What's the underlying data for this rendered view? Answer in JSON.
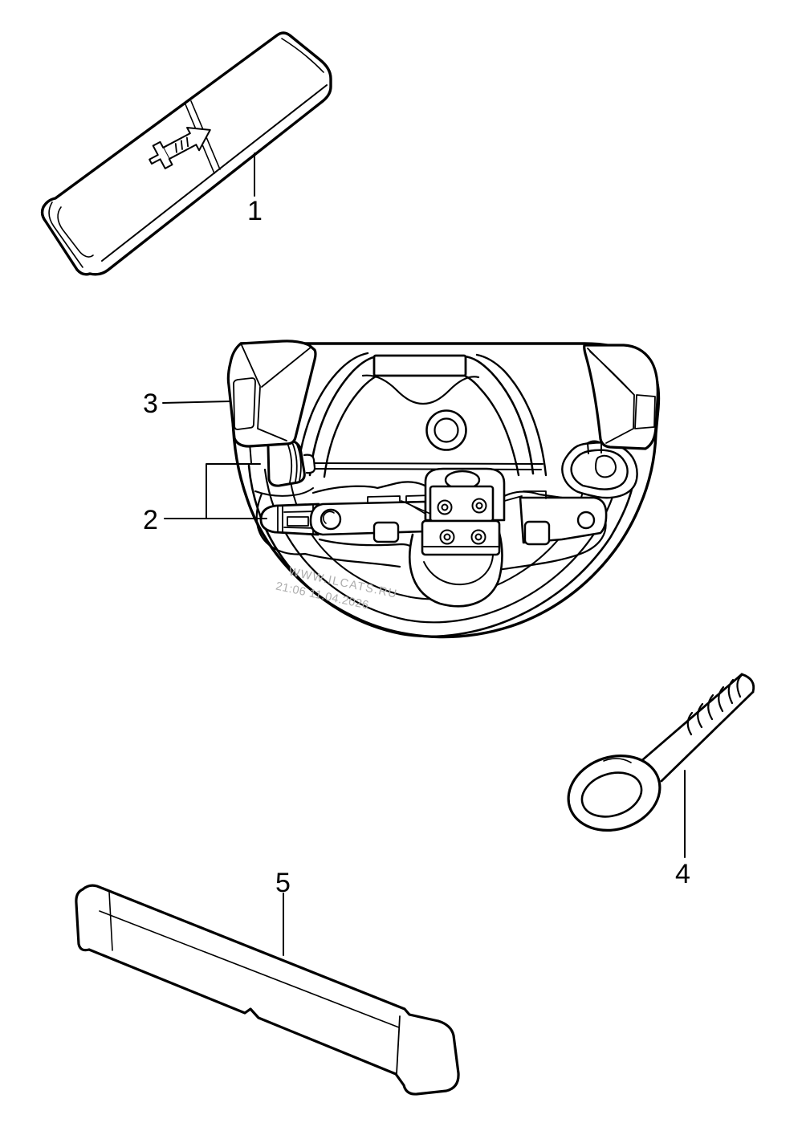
{
  "diagram": {
    "background": "#ffffff",
    "line_color": "#000000",
    "callouts": [
      {
        "label": "1"
      },
      {
        "label": "2"
      },
      {
        "label": "3"
      },
      {
        "label": "4"
      },
      {
        "label": "5"
      }
    ],
    "watermark": {
      "line1": "WWW.ILCATS.RU",
      "line2": "21:06 11.04.2026",
      "color": "#adadad"
    }
  }
}
